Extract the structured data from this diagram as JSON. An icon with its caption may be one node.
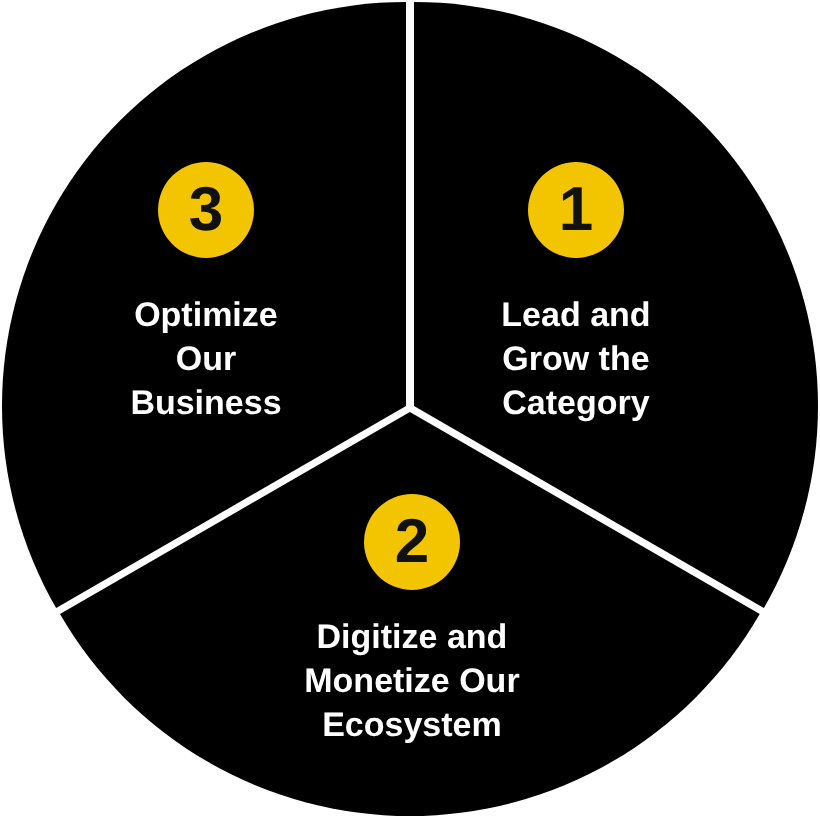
{
  "diagram": {
    "nodes": [
      {
        "text": [
          "Optimize Our Business"
        ]
      },
      {
        "text": [
          "3"
        ],
        "in": 0
      },
      {
        "text": [
          "Lead and Grow the Category"
        ]
      },
      {
        "text": [
          "1"
        ],
        "in": 2
      },
      {
        "text": [
          "Digitize and Monetize Our Ecosystem"
        ]
      },
      {
        "text": [
          "2"
        ],
        "in": 4
      }
    ]
  }
}
